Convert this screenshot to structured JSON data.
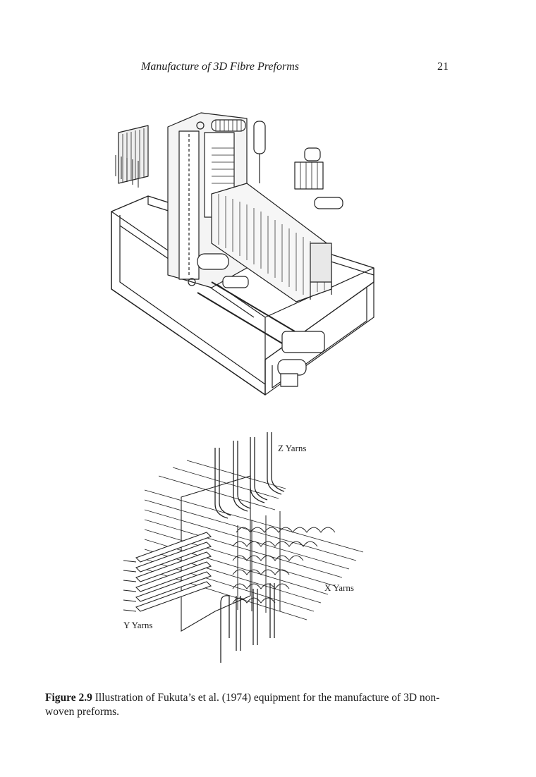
{
  "header": {
    "running_title": "Manufacture of 3D Fibre Preforms",
    "page_number": "21"
  },
  "figure": {
    "labels": {
      "z_yarns": "Z Yarns",
      "x_yarns": "X Yarns",
      "y_yarns": "Y Yarns"
    },
    "caption_label": "Figure 2.9",
    "caption_text": " Illustration of Fukuta’s et al. (1974) equipment for the manufacture of 3D non-woven preforms."
  }
}
